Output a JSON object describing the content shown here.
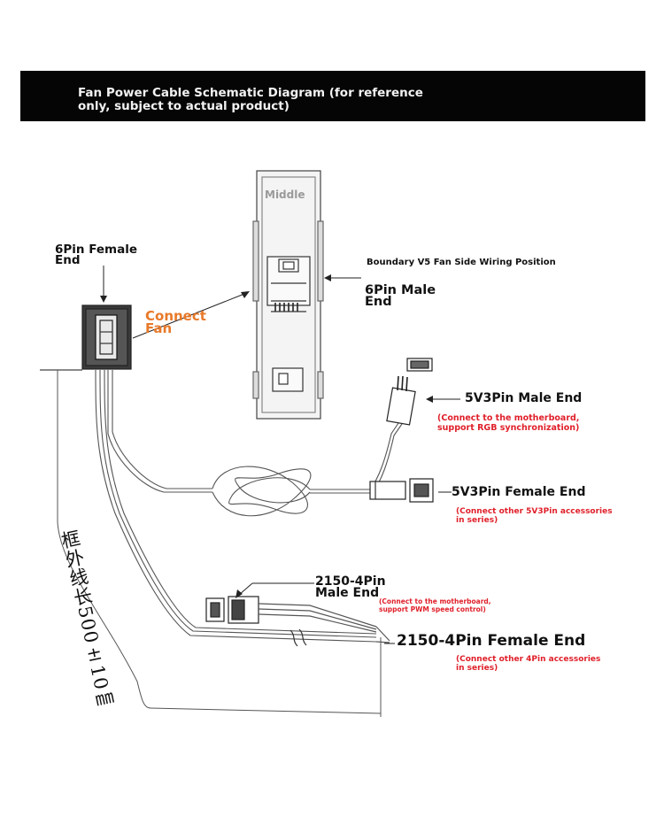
{
  "banner": {
    "title": "Fan Power Cable Schematic Diagram (for reference\n only, subject to actual product)"
  },
  "connector_body": {
    "middle_label": "Middle"
  },
  "labels": {
    "six_pin_female": "6Pin Female\n End",
    "connect_fan": "Connect\n Fan",
    "boundary_v5": "Boundary V5 Fan Side Wiring Position",
    "six_pin_male": "6Pin Male\n End",
    "v5_male": "5V3Pin Male End",
    "v5_male_note": "(Connect to the motherboard,\n support RGB synchronization)",
    "v5_female": "5V3Pin Female End",
    "v5_female_note": "(Connect other 5V3Pin accessories\n in series)",
    "pin4_male": "2150-4Pin\n Male End",
    "pin4_male_note": "(Connect to the motherboard,\n support PWM speed control)",
    "pin4_female": "2150-4Pin Female End",
    "pin4_female_note": "(Connect other 4Pin accessories\n in series)",
    "cable_length": "框外线长500±10㎜"
  },
  "colors": {
    "accent_orange": "#e8792a",
    "note_red": "#e0202a",
    "banner_bg": "#050505"
  }
}
